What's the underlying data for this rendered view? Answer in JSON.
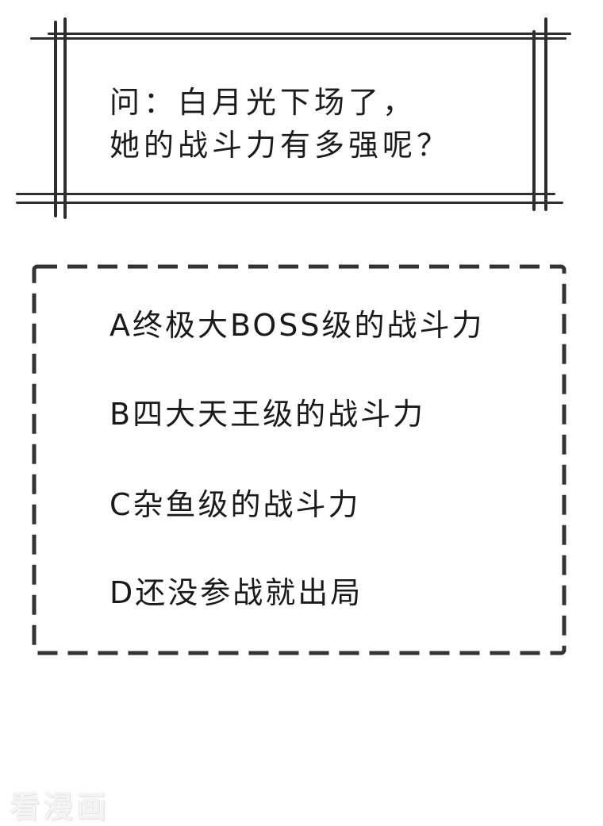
{
  "question_panel": {
    "line1": "问：白月光下场了，",
    "line2": "她的战斗力有多强呢？",
    "border_color": "#2e2e2e"
  },
  "options_panel": {
    "border_style": "dashed",
    "border_color": "#333333",
    "options": [
      {
        "letter": "A",
        "text": "A终极大BOSS级的战斗力"
      },
      {
        "letter": "B",
        "text": "B四大天王级的战斗力"
      },
      {
        "letter": "C",
        "text": "C杂鱼级的战斗力"
      },
      {
        "letter": "D",
        "text": "D还没参战就出局"
      }
    ]
  },
  "watermark": {
    "text": "看漫画"
  }
}
